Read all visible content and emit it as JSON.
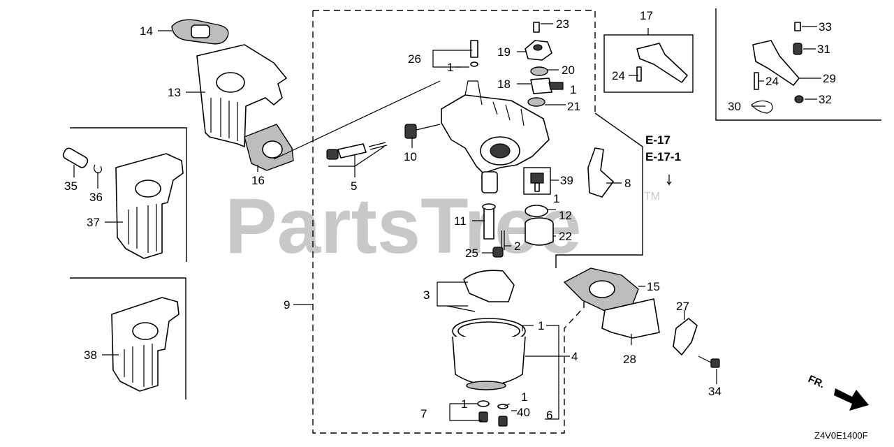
{
  "watermark": {
    "text": "PartsTree",
    "trademark": "TM"
  },
  "diagram_code": "Z4V0E1400F",
  "front_marker": "FR.",
  "references": [
    "E-17",
    "E-17-1"
  ],
  "callouts": [
    {
      "id": "1a",
      "label": "1"
    },
    {
      "id": "1b",
      "label": "1"
    },
    {
      "id": "1c",
      "label": "1"
    },
    {
      "id": "1d",
      "label": "1"
    },
    {
      "id": "1e",
      "label": "1"
    },
    {
      "id": "1f",
      "label": "1"
    },
    {
      "id": "2",
      "label": "2"
    },
    {
      "id": "3",
      "label": "3"
    },
    {
      "id": "4",
      "label": "4"
    },
    {
      "id": "5",
      "label": "5"
    },
    {
      "id": "6",
      "label": "6"
    },
    {
      "id": "7",
      "label": "7"
    },
    {
      "id": "8",
      "label": "8"
    },
    {
      "id": "9",
      "label": "9"
    },
    {
      "id": "10",
      "label": "10"
    },
    {
      "id": "11",
      "label": "11"
    },
    {
      "id": "12",
      "label": "12"
    },
    {
      "id": "13",
      "label": "13"
    },
    {
      "id": "14",
      "label": "14"
    },
    {
      "id": "15",
      "label": "15"
    },
    {
      "id": "16",
      "label": "16"
    },
    {
      "id": "17",
      "label": "17"
    },
    {
      "id": "18",
      "label": "18"
    },
    {
      "id": "19",
      "label": "19"
    },
    {
      "id": "20",
      "label": "20"
    },
    {
      "id": "21",
      "label": "21"
    },
    {
      "id": "22",
      "label": "22"
    },
    {
      "id": "23",
      "label": "23"
    },
    {
      "id": "24a",
      "label": "24"
    },
    {
      "id": "24b",
      "label": "24"
    },
    {
      "id": "25",
      "label": "25"
    },
    {
      "id": "26",
      "label": "26"
    },
    {
      "id": "27",
      "label": "27"
    },
    {
      "id": "28",
      "label": "28"
    },
    {
      "id": "29",
      "label": "29"
    },
    {
      "id": "30",
      "label": "30"
    },
    {
      "id": "31",
      "label": "31"
    },
    {
      "id": "32",
      "label": "32"
    },
    {
      "id": "33",
      "label": "33"
    },
    {
      "id": "34",
      "label": "34"
    },
    {
      "id": "35",
      "label": "35"
    },
    {
      "id": "36",
      "label": "36"
    },
    {
      "id": "37",
      "label": "37"
    },
    {
      "id": "38",
      "label": "38"
    },
    {
      "id": "39",
      "label": "39"
    },
    {
      "id": "40",
      "label": "40"
    }
  ]
}
